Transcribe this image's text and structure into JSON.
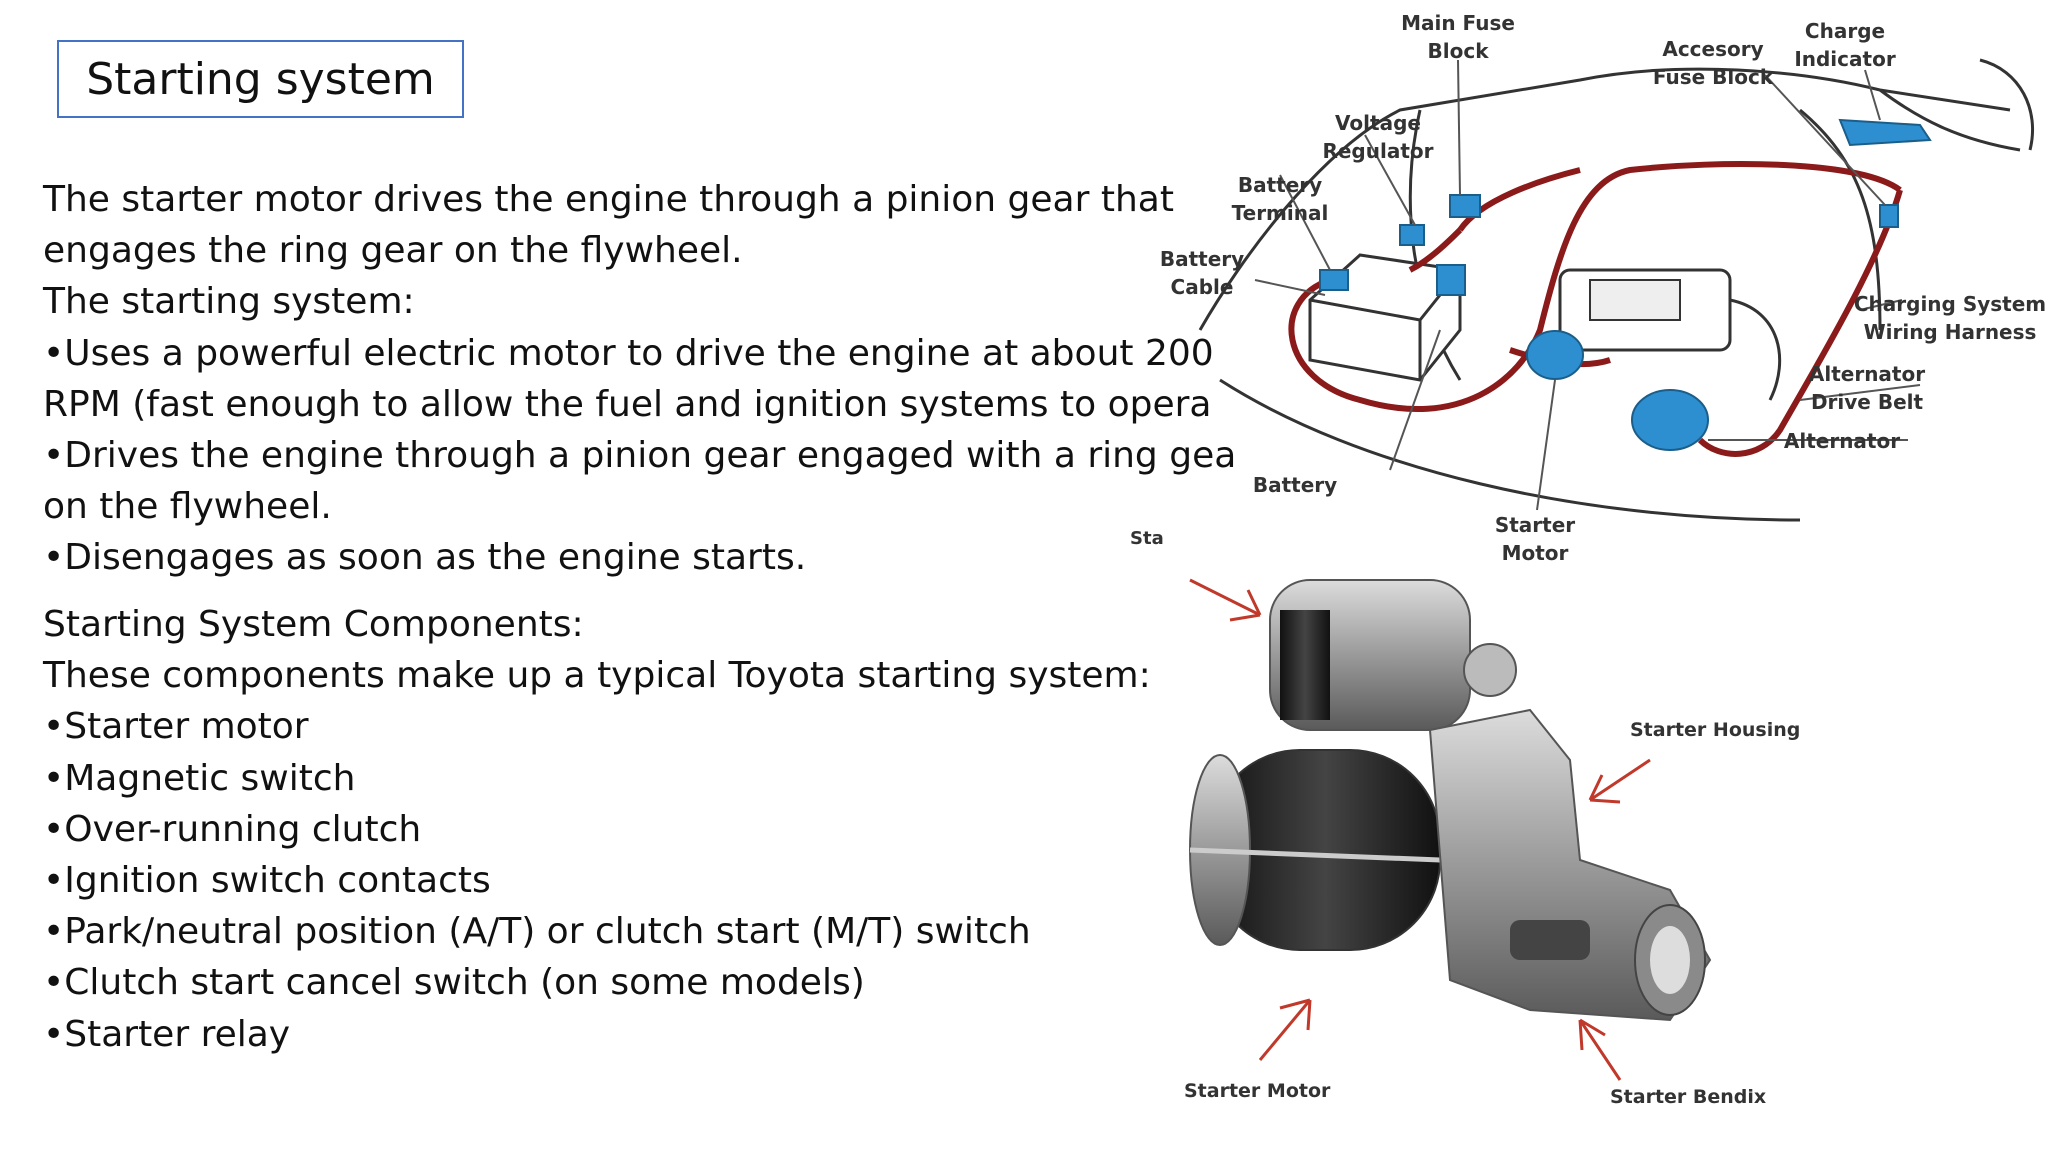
{
  "slide": {
    "title": "Starting system",
    "intro_lines": [
      "The starter motor drives the engine through a pinion gear that",
      "engages the ring gear on the flywheel.",
      "The starting system:",
      "•Uses a powerful electric motor to drive the engine at about 200",
      "RPM (fast enough to allow the fuel and ignition systems to opera",
      "•Drives the engine through a pinion gear engaged with a ring gea",
      "on the flywheel.",
      "•Disengages as soon as the engine starts."
    ],
    "components_lines": [
      "Starting System Components:",
      "These components make up a typical Toyota starting system:",
      "•Starter motor",
      "•Magnetic switch",
      "•Over-running clutch",
      "•Ignition switch contacts",
      "•Park/neutral position (A/T) or clutch start (M/T) switch",
      "•Clutch start cancel switch (on some models)",
      "•Starter relay"
    ],
    "stub_label": "Sta"
  },
  "diagram": {
    "labels": {
      "main_fuse_block": [
        "Main Fuse",
        "Block"
      ],
      "accesory_fuse_block": [
        "Accesory",
        "Fuse Block"
      ],
      "charge_indicator": [
        "Charge",
        "Indicator"
      ],
      "voltage_regulator": [
        "Voltage",
        "Regulator"
      ],
      "battery_terminal": [
        "Battery",
        "Terminal"
      ],
      "battery_cable": [
        "Battery",
        "Cable"
      ],
      "charging_system_wiring_harness": [
        "Charging System",
        "Wiring Harness"
      ],
      "alternator_drive_belt": [
        "Alternator",
        "Drive Belt"
      ],
      "alternator": "Alternator",
      "battery": "Battery",
      "starter_motor": [
        "Starter",
        "Motor"
      ]
    },
    "colors": {
      "wire": "#8b1a1a",
      "component": "#2e8fd0",
      "outline": "#333333"
    }
  },
  "photo": {
    "labels": {
      "starter_housing": "Starter Housing",
      "starter_motor": "Starter Motor",
      "starter_bendix": "Starter Bendix"
    },
    "colors": {
      "arrow": "#c0392b",
      "metal": "#9a9a9a",
      "dark": "#2a2a2a"
    }
  }
}
